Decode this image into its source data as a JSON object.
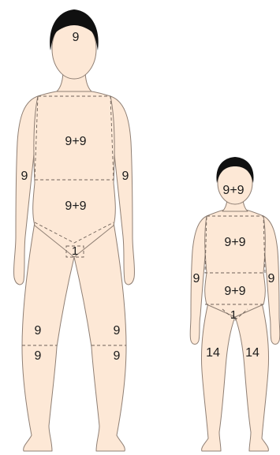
{
  "adult": {
    "head": "9",
    "chest": "9+9",
    "abdomen": "9+9",
    "groin": "1",
    "arm_left": "9",
    "arm_right": "9",
    "thigh_left": "9",
    "thigh_right": "9",
    "leg_left": "9",
    "leg_right": "9"
  },
  "child": {
    "head": "9+9",
    "chest": "9+9",
    "abdomen": "9+9",
    "groin": "1",
    "arm_left": "9",
    "arm_right": "9",
    "leg_left": "14",
    "leg_right": "14"
  }
}
